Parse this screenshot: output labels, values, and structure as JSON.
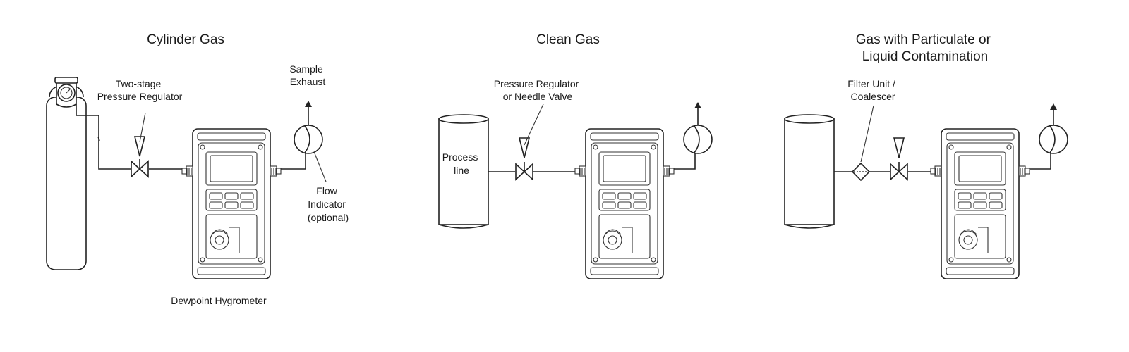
{
  "panels": [
    {
      "title_lines": [
        "Cylinder Gas"
      ],
      "source_label": [],
      "component_label": [
        "Two-stage",
        "Pressure Regulator"
      ],
      "exhaust_label": [
        "Sample",
        "Exhaust"
      ],
      "flow_label": [
        "Flow",
        "Indicator",
        "(optional)"
      ],
      "instrument_label": "Dewpoint Hygrometer"
    },
    {
      "title_lines": [
        "Clean Gas"
      ],
      "source_label": [
        "Process",
        "line"
      ],
      "component_label": [
        "Pressure Regulator",
        "or Needle Valve"
      ]
    },
    {
      "title_lines": [
        "Gas with Particulate or",
        "Liquid Contamination"
      ],
      "source_label": [],
      "component_label": [
        "Filter Unit /",
        "Coalescer"
      ]
    }
  ],
  "icons": [
    "gas-cylinder-icon",
    "process-line-icon",
    "pressure-regulator-icon",
    "needle-valve-icon",
    "filter-coalescer-icon",
    "dewpoint-hygrometer-icon",
    "flow-indicator-icon",
    "exhaust-arrow-icon"
  ]
}
